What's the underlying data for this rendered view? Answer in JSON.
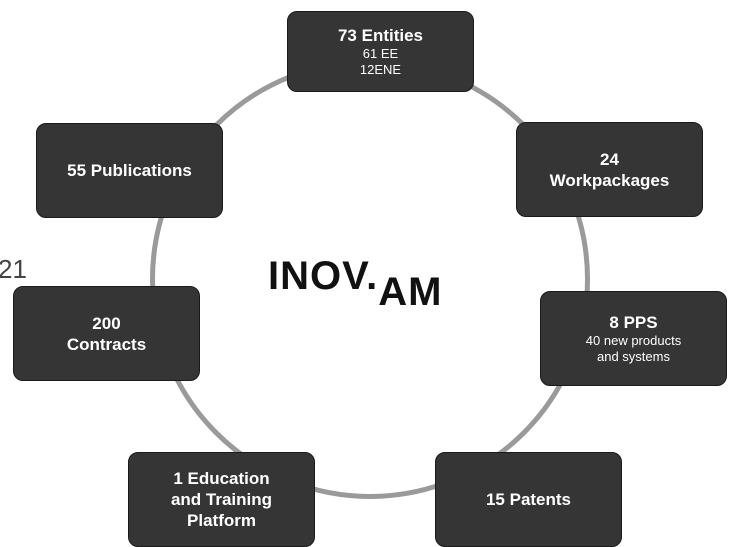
{
  "logo": {
    "part1": "INOV.",
    "part2": "AM"
  },
  "stray_text": "21",
  "boxes": {
    "entities": {
      "title": "73 Entities",
      "sub": "61 EE\n12ENE"
    },
    "workpackages": {
      "title": "24\nWorkpackages"
    },
    "pps": {
      "title": "8 PPS",
      "sub": "40 new products\nand systems"
    },
    "patents": {
      "title": "15 Patents"
    },
    "education": {
      "title": "1 Education\nand Training\nPlatform"
    },
    "contracts": {
      "title": "200\nContracts"
    },
    "publications": {
      "title": "55 Publications"
    }
  },
  "colors": {
    "box_fill": "#353535",
    "ring": "#9a9a9a",
    "text": "#ffffff"
  }
}
